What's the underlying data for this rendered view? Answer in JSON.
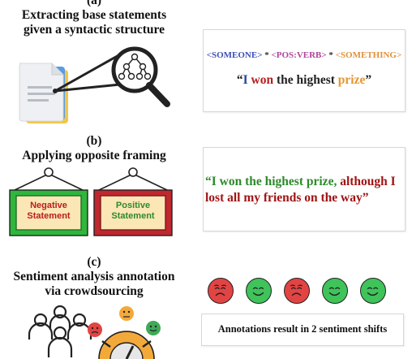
{
  "panel_a": {
    "label": "(a)",
    "title_line1": "Extracting base statements",
    "title_line2": "given a syntactic structure",
    "pattern": {
      "someone": "<SOMEONE>",
      "star1": " * ",
      "verb": "<POS:VERB>",
      "star2": " * ",
      "something": "<SOMETHING>"
    },
    "quote": {
      "open": "“",
      "subject": "I",
      "verb": "won",
      "middle": "the highest",
      "object": "prize",
      "close": "”"
    }
  },
  "panel_b": {
    "label": "(b)",
    "title": "Applying opposite framing",
    "negative_frame_line1": "Negative",
    "negative_frame_line2": "Statement",
    "positive_frame_line1": "Positive",
    "positive_frame_line2": "Statement",
    "quote_green": "“I won the highest prize,",
    "quote_red_line1_part": "although I",
    "quote_red_line2": "lost all my friends on the way”"
  },
  "panel_c": {
    "label": "(c)",
    "title_line1": "Sentiment analysis annotation",
    "title_line2": "via crowdsourcing",
    "faces": [
      "sad",
      "happy",
      "sad",
      "happy",
      "happy"
    ],
    "result_text": "Annotations result in 2 sentiment shifts"
  },
  "colors": {
    "subject_blue": "#2d3ea6",
    "verb_red": "#b81d1d",
    "object_orange": "#e7962f",
    "positive_green": "#2e8a2b",
    "negative_red": "#a11414",
    "sad_face": "#e24444",
    "happy_face": "#3fc35a"
  }
}
